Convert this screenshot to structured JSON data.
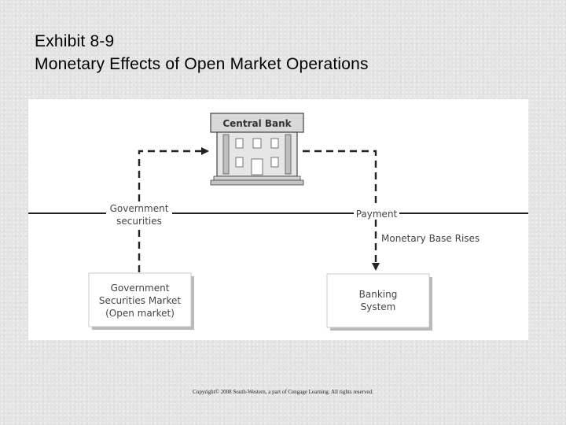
{
  "title": {
    "line1": "Exhibit 8-9",
    "line2": "Monetary Effects of Open Market Operations"
  },
  "diagram": {
    "central_bank": "Central Bank",
    "gov_securities_label": [
      "Government",
      "securities"
    ],
    "payment_label": "Payment",
    "monetary_base_label": "Monetary Base Rises",
    "gov_market_box": [
      "Government",
      "Securities Market",
      "(Open market)"
    ],
    "banking_box": [
      "Banking",
      "System"
    ]
  },
  "colors": {
    "text": "#444444",
    "line": "#222222",
    "box_border": "#c8c8c8",
    "shadow": "#b9b9b9",
    "building_fill": "#d9d9d9"
  },
  "copyright": "Copyright© 2008 South-Western, a part of Cengage Learning. All rights reserved."
}
